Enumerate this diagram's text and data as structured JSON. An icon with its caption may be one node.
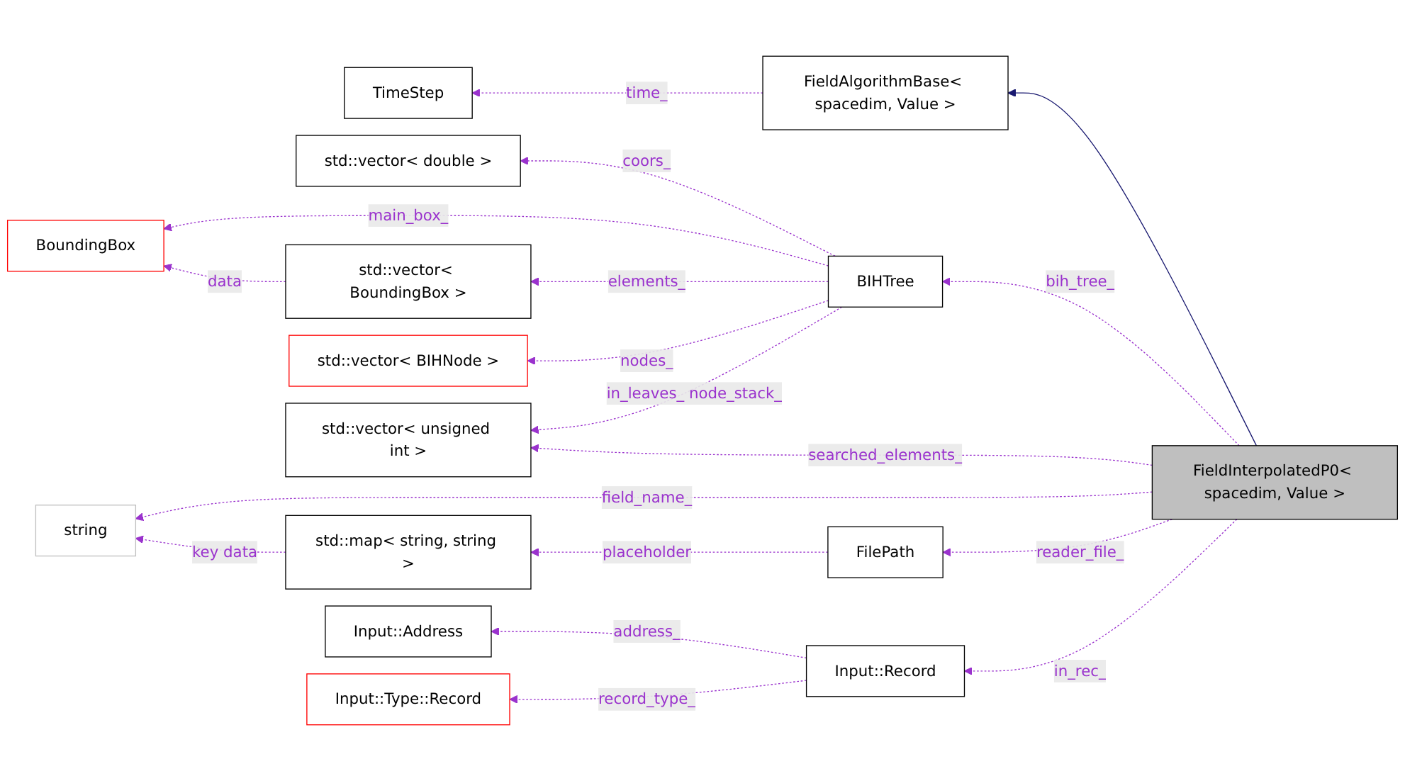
{
  "diagram": {
    "nodes": [
      {
        "text": [
          "TimeStep"
        ]
      },
      {
        "text": [
          "FieldAlgorithmBase< spacedim, Value >"
        ]
      },
      {
        "text": [
          "std::vector< double >"
        ]
      },
      {
        "text": [
          "BoundingBox"
        ]
      },
      {
        "text": [
          "std::vector< BoundingBox >"
        ]
      },
      {
        "text": [
          "BIHTree"
        ]
      },
      {
        "text": [
          "std::vector< BIHNode >"
        ]
      },
      {
        "text": [
          "std::vector< unsigned int >"
        ]
      },
      {
        "text": [
          "FieldInterpolatedP0< spacedim, Value >"
        ]
      },
      {
        "text": [
          "string"
        ]
      },
      {
        "text": [
          "std::map< string, string >"
        ]
      },
      {
        "text": [
          "FilePath"
        ]
      },
      {
        "text": [
          "Input::Address"
        ]
      },
      {
        "text": [
          "Input::Record"
        ]
      },
      {
        "text": [
          "Input::Type::Record"
        ]
      }
    ],
    "edges": [
      {
        "from": 1,
        "to": 0,
        "arrow": "to",
        "label": "time_",
        "style": "dashed"
      },
      {
        "from": 8,
        "to": 1,
        "arrow": "to",
        "color": "#191970"
      },
      {
        "from": 5,
        "to": 2,
        "arrow": "to",
        "label": "coors_",
        "style": "dashed"
      },
      {
        "from": 5,
        "to": 3,
        "arrow": "to",
        "label": "main_box_",
        "style": "dashed"
      },
      {
        "from": 4,
        "to": 3,
        "arrow": "to",
        "label": "data",
        "style": "dashed"
      },
      {
        "from": 5,
        "to": 4,
        "arrow": "to",
        "label": "elements_",
        "style": "dashed"
      },
      {
        "from": 5,
        "to": 6,
        "arrow": "to",
        "label": "nodes_",
        "style": "dashed"
      },
      {
        "from": 5,
        "to": 7,
        "arrow": "to",
        "label": "in_leaves_ node_stack_",
        "style": "dashed"
      },
      {
        "from": 8,
        "to": 5,
        "arrow": "to",
        "label": "bih_tree_",
        "style": "dashed"
      },
      {
        "from": 8,
        "to": 7,
        "arrow": "to",
        "label": "searched_elements_",
        "style": "dashed"
      },
      {
        "from": 8,
        "to": 9,
        "arrow": "to",
        "label": "field_name_",
        "style": "dashed"
      },
      {
        "from": 10,
        "to": 9,
        "arrow": "to",
        "label": "key data",
        "style": "dashed"
      },
      {
        "from": 11,
        "to": 10,
        "arrow": "to",
        "label": "placeholder",
        "style": "dashed"
      },
      {
        "from": 8,
        "to": 11,
        "arrow": "to",
        "label": "reader_file_",
        "style": "dashed"
      },
      {
        "from": 13,
        "to": 12,
        "arrow": "to",
        "label": "address_",
        "style": "dashed"
      },
      {
        "from": 13,
        "to": 14,
        "arrow": "to",
        "label": "record_type_",
        "style": "dashed"
      },
      {
        "from": 8,
        "to": 13,
        "arrow": "to",
        "label": "in_rec_",
        "style": "dashed"
      }
    ]
  }
}
